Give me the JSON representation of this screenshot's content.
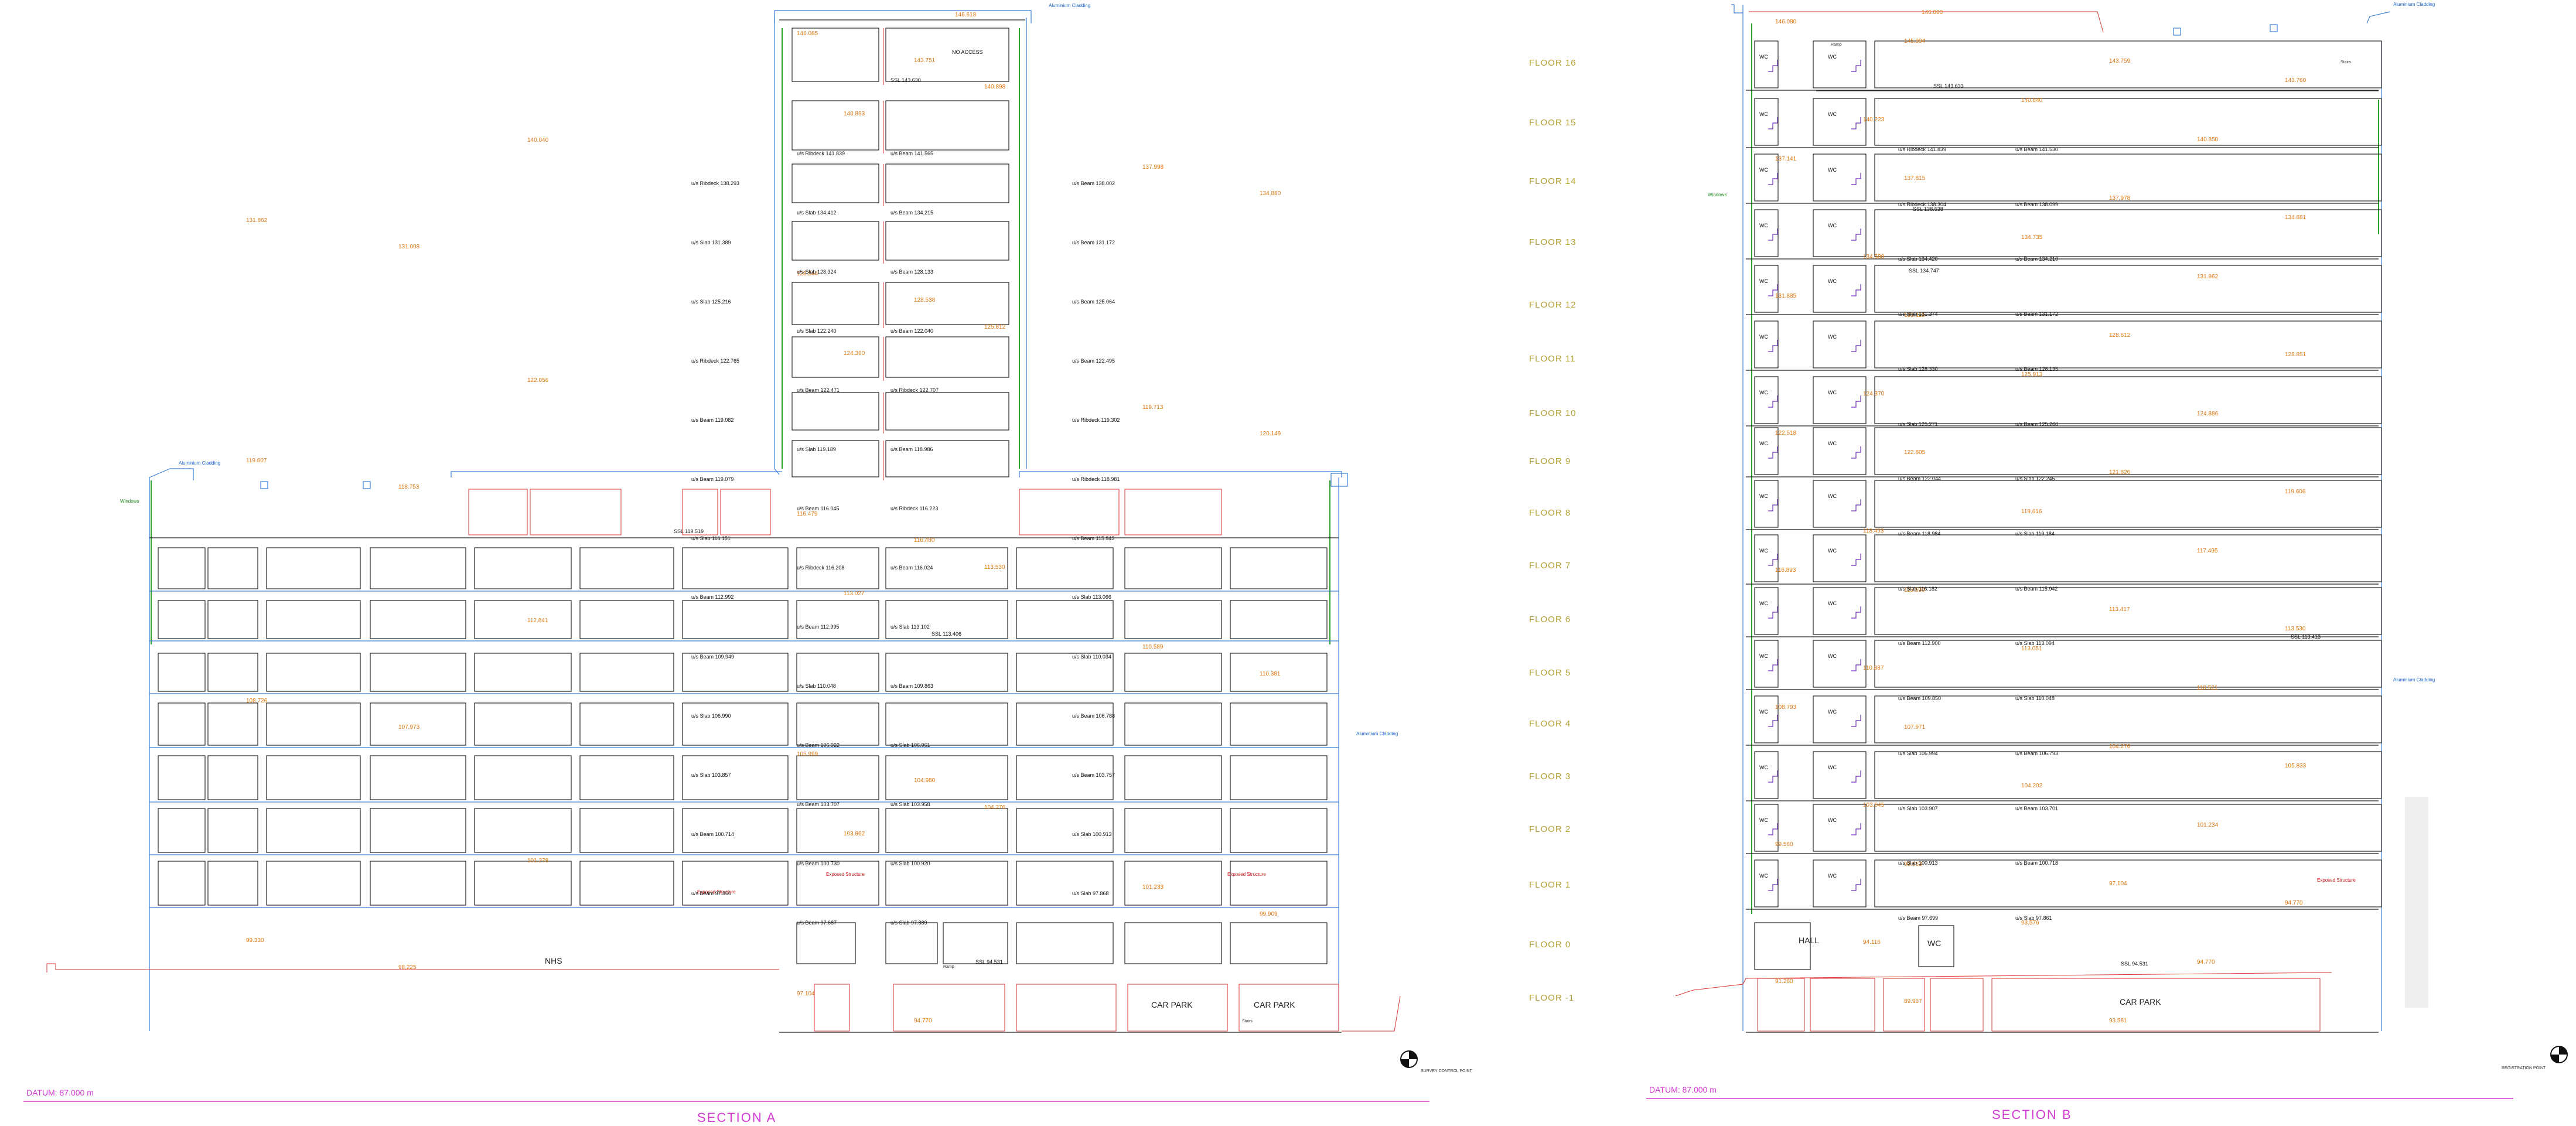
{
  "colors": {
    "floor_label": "#b5a33a",
    "level_text": "#e07810",
    "wall": "#222222",
    "red": "#dd3333",
    "blue": "#3a7fd6",
    "green": "#2ca02c",
    "magenta": "#d23cd2"
  },
  "floors": [
    "FLOOR 16",
    "FLOOR 15",
    "FLOOR 14",
    "FLOOR 13",
    "FLOOR 12",
    "FLOOR 11",
    "FLOOR 10",
    "FLOOR 9",
    "FLOOR 8",
    "FLOOR 7",
    "FLOOR 6",
    "FLOOR 5",
    "FLOOR 4",
    "FLOOR 3",
    "FLOOR 2",
    "FLOOR 1",
    "FLOOR 0",
    "FLOOR -1"
  ],
  "section_a": {
    "title": "SECTION A",
    "datum": "DATUM: 87.000 m",
    "room_nhs": "NHS",
    "room_car_park_1": "CAR PARK",
    "room_car_park_2": "CAR PARK",
    "room_no_access": "NO ACCESS",
    "roof_level": "146.618",
    "ssl_top": "SSL 143.630",
    "ssl_mid": "SSL 119.519",
    "ssl_lower": "SSL 113.406",
    "ssl_base": "SSL 94.531",
    "level_tags": [
      "146.085",
      "143.751",
      "140.898",
      "140.893",
      "140.040",
      "137.998",
      "134.880",
      "131.862",
      "131.008",
      "128.544",
      "128.538",
      "125.812",
      "124.360",
      "122.056",
      "119.713",
      "120.149",
      "119.607",
      "118.753",
      "116.479",
      "116.480",
      "113.530",
      "113.027",
      "112.841",
      "110.589",
      "110.381",
      "108.726",
      "107.973",
      "105.999",
      "104.980",
      "104.276",
      "103.862",
      "101.278",
      "101.233",
      "99.909",
      "99.330",
      "98.225",
      "97.104",
      "94.770"
    ],
    "beams": [
      "u/s Ribdeck 141.839",
      "u/s Beam 141.565",
      "u/s Ribdeck 138.293",
      "u/s Beam 138.002",
      "u/s Slab 134.412",
      "u/s Beam 134.215",
      "u/s Slab 131.389",
      "u/s Beam 131.172",
      "u/s Slab 128.324",
      "u/s Beam 128.133",
      "u/s Slab 125.216",
      "u/s Beam 125.064",
      "u/s Slab 122.240",
      "u/s Beam 122.040",
      "u/s Ribdeck 122.765",
      "u/s Beam 122.495",
      "u/s Beam 122.471",
      "u/s Ribdeck 122.707",
      "u/s Beam 119.082",
      "u/s Ribdeck 119.302",
      "u/s Slab 119.189",
      "u/s Beam 118.986",
      "u/s Beam 119.079",
      "u/s Ribdeck 118.981",
      "u/s Beam 116.045",
      "u/s Ribdeck 116.223",
      "u/s Slab 116.151",
      "u/s Beam 115.943",
      "u/s Ribdeck 116.208",
      "u/s Beam 116.024",
      "u/s Beam 112.992",
      "u/s Slab 113.066",
      "u/s Beam 112.995",
      "u/s Slab 113.102",
      "u/s Beam 109.949",
      "u/s Slab 110.034",
      "u/s Slab 110.048",
      "u/s Beam 109.863",
      "u/s Slab 106.990",
      "u/s Beam 106.788",
      "u/s Beam 106.922",
      "u/s Slab 106.961",
      "u/s Slab 103.857",
      "u/s Beam 103.757",
      "u/s Beam 103.707",
      "u/s Slab 103.958",
      "u/s Beam 100.714",
      "u/s Slab 100.913",
      "u/s Beam 100.730",
      "u/s Slab 100.920",
      "u/s Beam 97.860",
      "u/s Slab 97.868",
      "u/s Beam 97.687",
      "u/s Slab 97.889"
    ],
    "notes": {
      "aluminium_cladding_1": "Aluminium Cladding",
      "aluminium_cladding_2": "Aluminium Cladding",
      "aluminium_cladding_3": "Aluminium Cladding",
      "exposed_structure_1": "Exposed Structure",
      "exposed_structure_2": "Exposed Structure",
      "exposed_structure_3": "Exposed Structure",
      "windows": "Windows",
      "ramp": "Ramp",
      "stairs": "Stairs",
      "survey_point": "SURVEY CONTROL POINT"
    }
  },
  "section_b": {
    "title": "SECTION B",
    "datum": "DATUM: 87.000 m",
    "room_wc": "WC",
    "room_hall": "HALL",
    "room_car_park": "CAR PARK",
    "roof_level": "146.080",
    "ssl_top": "SSL 143.633",
    "ssl_mid": "SSL 138.538",
    "ssl_134": "SSL 134.747",
    "ssl_113": "SSL 113.413",
    "ssl_base": "SSL 94.531",
    "level_tags": [
      "146.080",
      "145.994",
      "143.759",
      "143.760",
      "140.840",
      "140.223",
      "140.850",
      "137.141",
      "137.815",
      "137.978",
      "134.881",
      "134.735",
      "134.588",
      "131.862",
      "131.885",
      "131.115",
      "128.612",
      "128.851",
      "125.913",
      "124.370",
      "124.886",
      "122.518",
      "122.805",
      "121.826",
      "119.606",
      "119.616",
      "118.493",
      "117.495",
      "116.893",
      "116.590",
      "113.417",
      "113.530",
      "113.051",
      "110.887",
      "110.521",
      "108.793",
      "107.971",
      "104.276",
      "105.833",
      "104.202",
      "103.645",
      "101.234",
      "99.560",
      "99.553",
      "97.104",
      "94.770",
      "93.576",
      "94.116",
      "94.770",
      "91.280",
      "89.967",
      "93.581"
    ],
    "beams": [
      "u/s Ribdeck 141.839",
      "u/s Beam 141.530",
      "u/s Ribdeck 138.304",
      "u/s Beam 138.099",
      "u/s Slab 134.420",
      "u/s Beam 134.210",
      "u/s Slab 131.374",
      "u/s Beam 131.172",
      "u/s Slab 128.330",
      "u/s Beam 128.135",
      "u/s Slab 125.271",
      "u/s Beam 125.260",
      "u/s Beam 122.044",
      "u/s Slab 122.245",
      "u/s Beam 118.984",
      "u/s Slab 119.184",
      "u/s Slab 116.182",
      "u/s Beam 115.942",
      "u/s Beam 112.900",
      "u/s Slab 113.094",
      "u/s Beam 109.850",
      "u/s Slab 110.048",
      "u/s Slab 106.994",
      "u/s Beam 106.793",
      "u/s Slab 103.907",
      "u/s Beam 103.701",
      "u/s Slab 100.913",
      "u/s Beam 100.718",
      "u/s Beam 97.699",
      "u/s Slab 97.861"
    ],
    "notes": {
      "aluminium_cladding_1": "Aluminium Cladding",
      "aluminium_cladding_2": "Aluminium Cladding",
      "exposed_structure": "Exposed Structure",
      "windows": "Windows",
      "stairs": "Stairs",
      "ramp": "Ramp",
      "survey_point": "REGISTRATION POINT"
    }
  }
}
